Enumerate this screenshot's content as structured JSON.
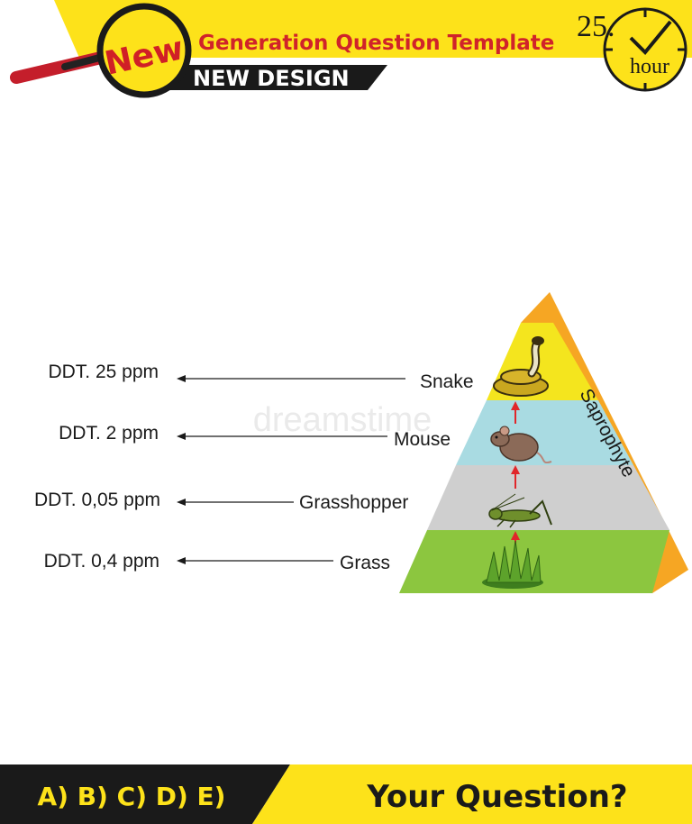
{
  "header": {
    "badge_label": "New",
    "title": "Generation Question Template",
    "subtitle": "NEW DESIGN",
    "clock_number": "25.",
    "clock_unit": "hour"
  },
  "diagram": {
    "side_label": "Saprophyte",
    "levels": [
      {
        "name": "Snake",
        "ddt": "DDT. 25 ppm",
        "icon": "snake-icon"
      },
      {
        "name": "Mouse",
        "ddt": "DDT. 2 ppm",
        "icon": "mouse-icon"
      },
      {
        "name": "Grasshopper",
        "ddt": "DDT. 0,05 ppm",
        "icon": "grasshopper-icon"
      },
      {
        "name": "Grass",
        "ddt": "DDT. 0,4 ppm",
        "icon": "grass-icon"
      }
    ],
    "colors": {
      "top": "#f4e51e",
      "second": "#a9dbe2",
      "third": "#cfcfcf",
      "base": "#8cc63f",
      "side": "#f6a623",
      "arrow": "#e0262a"
    }
  },
  "footer": {
    "options": "A) B) C) D) E)",
    "question": "Your Question?"
  },
  "watermark": "dreamstime"
}
